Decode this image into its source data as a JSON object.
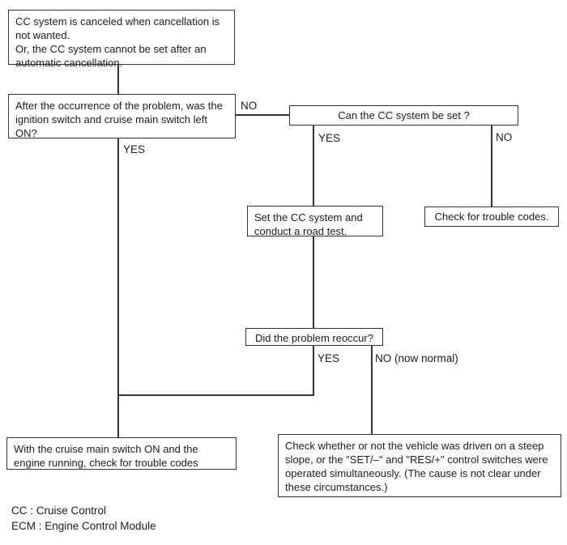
{
  "diagram": {
    "title": "CC system diagnostic flowchart",
    "nodes": {
      "intro": "CC system is canceled when cancellation is\nnot wanted.\nOr, the CC system cannot be set after an\nautomatic cancellation.",
      "ignition_question": "After the occurrence of the problem, was the\nignition switch and cruise main switch left\nON?",
      "can_set_question": "Can the CC system be set ?",
      "set_road_test": "Set the CC system and\nconduct a road test.",
      "check_trouble_codes": "Check for trouble codes.",
      "reoccur_question": "Did the problem reoccur?",
      "check_codes_engine_running": "With the cruise main switch ON and the\nengine running, check for trouble codes",
      "steep_slope_note": "Check whether or not the vehicle was driven on a steep\nslope, or the \"SET/–\" and \"RES/+\" control switches were\noperated simultaneously. (The cause is not clear under\nthese circumstances.)"
    },
    "branch_labels": {
      "ignition_no": "NO",
      "ignition_yes": "YES",
      "can_set_yes": "YES",
      "can_set_no": "NO",
      "reoccur_yes": "YES",
      "reoccur_no": "NO (now normal)"
    },
    "legend": {
      "line1": "CC : Cruise Control",
      "line2": "ECM : Engine Control Module"
    },
    "colors": {
      "background": "#ffffff",
      "line": "#333333",
      "text": "#1c1c1c"
    }
  }
}
